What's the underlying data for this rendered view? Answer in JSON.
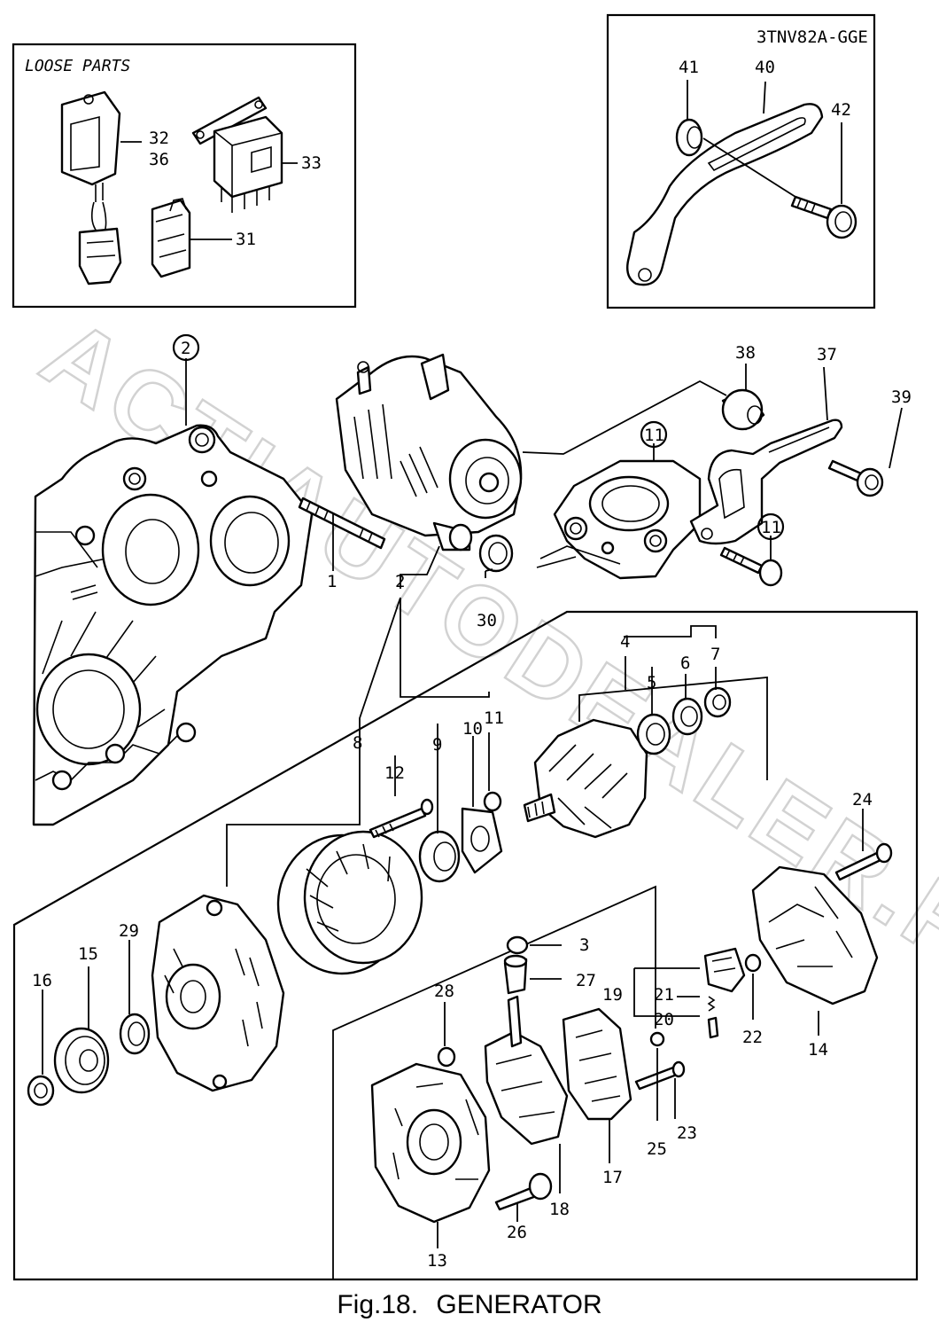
{
  "loose_parts": {
    "title": "LOOSE PARTS",
    "numbers": [
      "32",
      "36",
      "33",
      "31"
    ]
  },
  "variant": {
    "title": "3TNV82A-GGE",
    "numbers": [
      "41",
      "40",
      "42"
    ]
  },
  "callouts": {
    "c1": "1",
    "c2": "2",
    "c2_circle": "2",
    "c3": "3",
    "c4": "4",
    "c5": "5",
    "c6": "6",
    "c7": "7",
    "c8": "8",
    "c9": "9",
    "c10": "10",
    "c11": "11",
    "c11_circle_a": "11",
    "c11_circle_b": "11",
    "c12": "12",
    "c13": "13",
    "c14": "14",
    "c15": "15",
    "c16": "16",
    "c17": "17",
    "c18": "18",
    "c19": "19",
    "c20": "20",
    "c21": "21",
    "c22": "22",
    "c23": "23",
    "c24": "24",
    "c25": "25",
    "c26": "26",
    "c27": "27",
    "c28": "28",
    "c29": "29",
    "c30": "30",
    "c37": "37",
    "c38": "38",
    "c39": "39"
  },
  "watermark": "ACTIAUTODEALER.RU",
  "caption": {
    "fig": "Fig.18.",
    "title": "GENERATOR"
  }
}
